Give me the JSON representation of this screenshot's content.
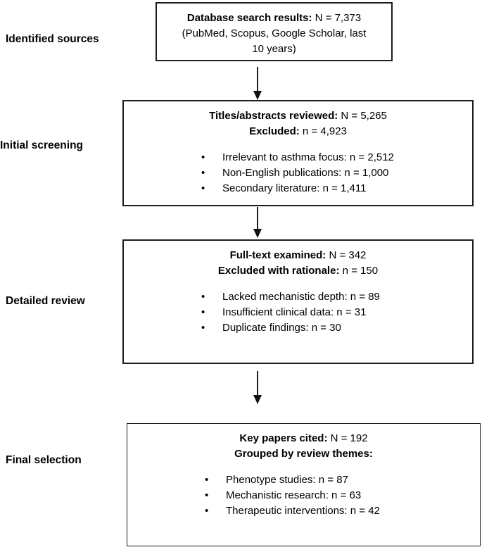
{
  "stages": [
    {
      "label": "Identified sources"
    },
    {
      "label": "Initial screening"
    },
    {
      "label": "Detailed review"
    },
    {
      "label": "Final selection"
    }
  ],
  "boxes": [
    {
      "heading": [
        {
          "bold": "Database search results:",
          "rest": " N = 7,373"
        }
      ],
      "lines": [
        "(PubMed, Scopus, Google Scholar, last",
        "10 years)"
      ],
      "bullets": []
    },
    {
      "heading": [
        {
          "bold": "Titles/abstracts reviewed:",
          "rest": " N = 5,265"
        },
        {
          "bold": "Excluded:",
          "rest": " n = 4,923"
        }
      ],
      "bullets": [
        "Irrelevant to asthma focus: n = 2,512",
        "Non-English publications: n = 1,000",
        "Secondary literature: n = 1,411"
      ]
    },
    {
      "heading": [
        {
          "bold": "Full-text examined:",
          "rest": " N = 342"
        },
        {
          "bold": "Excluded with rationale:",
          "rest": " n = 150"
        }
      ],
      "bullets": [
        "Lacked mechanistic depth: n = 89",
        "Insufficient clinical data: n = 31",
        "Duplicate findings: n = 30"
      ]
    },
    {
      "heading": [
        {
          "bold": "Key papers cited:",
          "rest": " N = 192"
        },
        {
          "bold": "Grouped by review themes:",
          "rest": ""
        }
      ],
      "bullets": [
        "Phenotype studies: n = 87",
        "Mechanistic research: n = 63",
        "Therapeutic interventions: n = 42"
      ]
    }
  ]
}
